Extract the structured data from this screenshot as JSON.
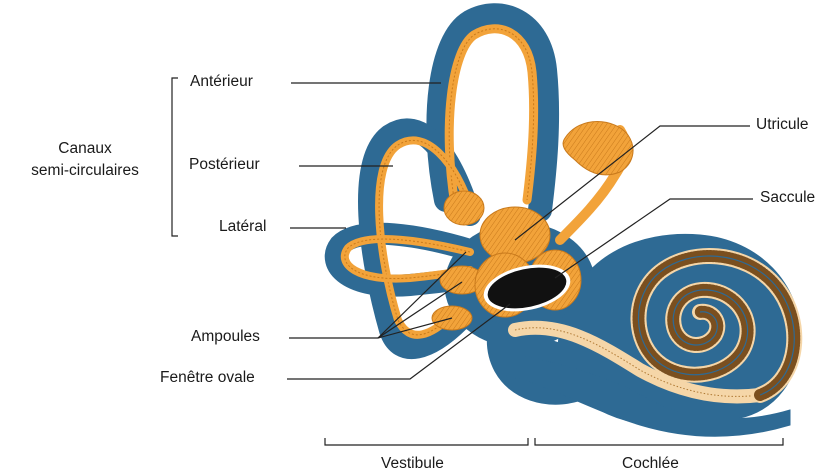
{
  "labels": {
    "canaux": "Canaux",
    "semi_circulaires": "semi-circulaires",
    "anterieur": "Antérieur",
    "posterieur": "Postérieur",
    "lateral": "Latéral",
    "ampoules": "Ampoules",
    "fenetre_ovale": "Fenêtre ovale",
    "utricule": "Utricule",
    "saccule": "Saccule",
    "vestibule": "Vestibule",
    "cochlee": "Cochlée"
  },
  "colors": {
    "bony_labyrinth": "#2e6a94",
    "membranous": "#f2a33a",
    "membranous_dark": "#c97a1c",
    "cochlea_light": "#f5d6a8",
    "oval_window": "#111111",
    "leader": "#222222"
  }
}
